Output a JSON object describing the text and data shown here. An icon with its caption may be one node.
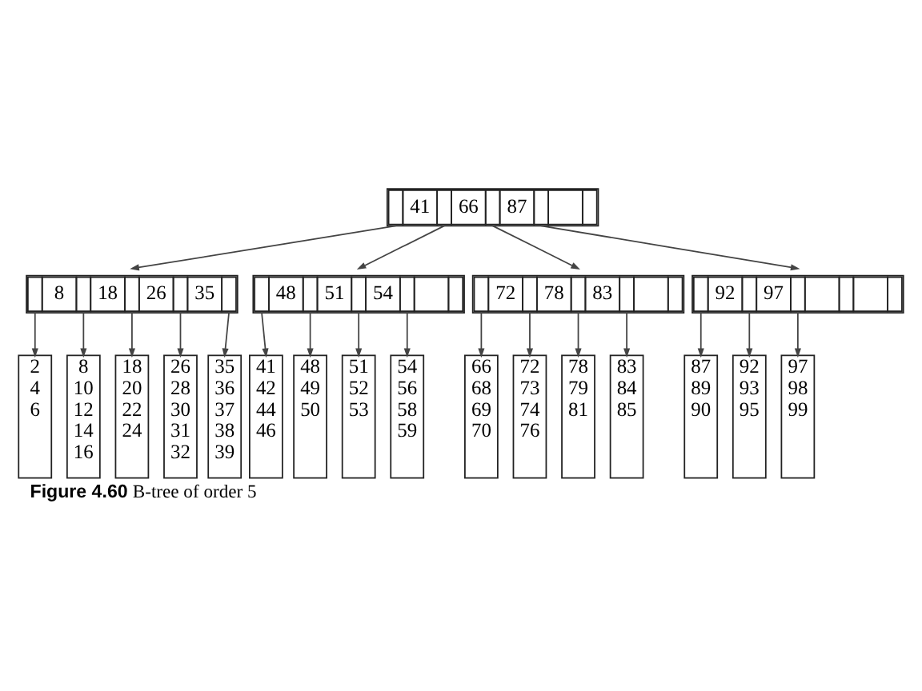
{
  "diagram": {
    "caption": "**Figure 4.60** B-tree of order 5",
    "nodes": [
      {
        "text": [
          "41",
          "66",
          "87"
        ]
      },
      {
        "text": [
          "8",
          "18",
          "26",
          "35"
        ]
      },
      {
        "text": [
          "48",
          "51",
          "54"
        ]
      },
      {
        "text": [
          "72",
          "78",
          "83"
        ]
      },
      {
        "text": [
          "92",
          "97"
        ]
      },
      {
        "text": [
          "2",
          "4",
          "6"
        ]
      },
      {
        "text": [
          "8",
          "10",
          "12",
          "14",
          "16"
        ]
      },
      {
        "text": [
          "18",
          "20",
          "22",
          "24"
        ]
      },
      {
        "text": [
          "26",
          "28",
          "30",
          "31",
          "32"
        ]
      },
      {
        "text": [
          "35",
          "36",
          "37",
          "38",
          "39"
        ]
      },
      {
        "text": [
          "41",
          "42",
          "44",
          "46"
        ]
      },
      {
        "text": [
          "48",
          "49",
          "50"
        ]
      },
      {
        "text": [
          "51",
          "52",
          "53"
        ]
      },
      {
        "text": [
          "54",
          "56",
          "58",
          "59"
        ]
      },
      {
        "text": [
          "66",
          "68",
          "69",
          "70"
        ]
      },
      {
        "text": [
          "72",
          "73",
          "74",
          "76"
        ]
      },
      {
        "text": [
          "78",
          "79",
          "81"
        ]
      },
      {
        "text": [
          "83",
          "84",
          "85"
        ]
      },
      {
        "text": [
          "87",
          "89",
          "90"
        ]
      },
      {
        "text": [
          "92",
          "93",
          "95"
        ]
      },
      {
        "text": [
          "97",
          "98",
          "99"
        ]
      }
    ],
    "edges": [
      {
        "from": 0,
        "to": 1,
        "arrow": "to"
      },
      {
        "from": 0,
        "to": 2,
        "arrow": "to"
      },
      {
        "from": 0,
        "to": 3,
        "arrow": "to"
      },
      {
        "from": 0,
        "to": 4,
        "arrow": "to"
      },
      {
        "from": 1,
        "to": 5,
        "arrow": "to"
      },
      {
        "from": 1,
        "to": 6,
        "arrow": "to"
      },
      {
        "from": 1,
        "to": 7,
        "arrow": "to"
      },
      {
        "from": 1,
        "to": 8,
        "arrow": "to"
      },
      {
        "from": 1,
        "to": 9,
        "arrow": "to"
      },
      {
        "from": 2,
        "to": 10,
        "arrow": "to"
      },
      {
        "from": 2,
        "to": 11,
        "arrow": "to"
      },
      {
        "from": 2,
        "to": 12,
        "arrow": "to"
      },
      {
        "from": 2,
        "to": 13,
        "arrow": "to"
      },
      {
        "from": 3,
        "to": 14,
        "arrow": "to"
      },
      {
        "from": 3,
        "to": 15,
        "arrow": "to"
      },
      {
        "from": 3,
        "to": 16,
        "arrow": "to"
      },
      {
        "from": 3,
        "to": 17,
        "arrow": "to"
      },
      {
        "from": 4,
        "to": 18,
        "arrow": "to"
      },
      {
        "from": 4,
        "to": 19,
        "arrow": "to"
      },
      {
        "from": 4,
        "to": 20,
        "arrow": "to"
      }
    ]
  }
}
